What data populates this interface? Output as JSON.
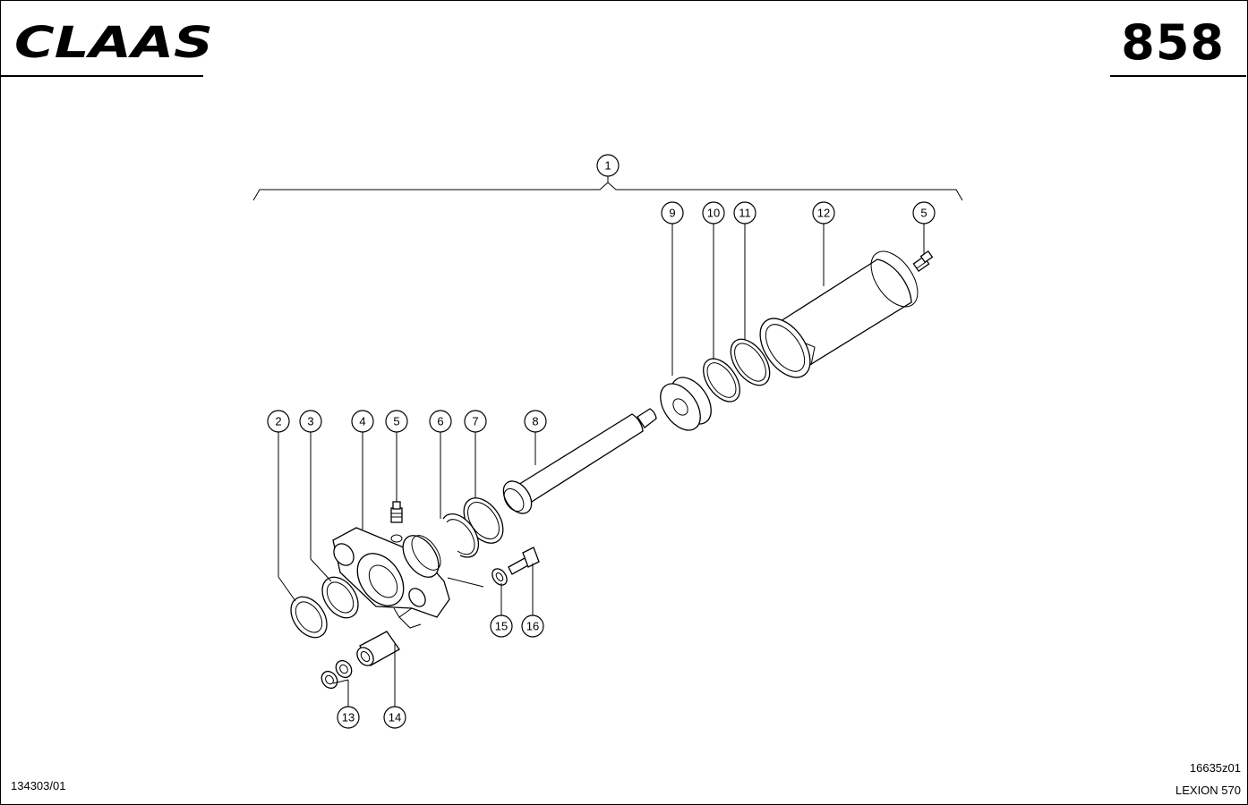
{
  "header": {
    "brand": "CLAAS",
    "page_number": "858"
  },
  "footer": {
    "left_code": "134303/01",
    "drawing_code": "16635z01",
    "model": "LEXION 570"
  },
  "callouts": [
    {
      "id": "c1",
      "label": "1"
    },
    {
      "id": "c2",
      "label": "2"
    },
    {
      "id": "c3",
      "label": "3"
    },
    {
      "id": "c4",
      "label": "4"
    },
    {
      "id": "c5a",
      "label": "5"
    },
    {
      "id": "c5b",
      "label": "5"
    },
    {
      "id": "c6",
      "label": "6"
    },
    {
      "id": "c7",
      "label": "7"
    },
    {
      "id": "c8",
      "label": "8"
    },
    {
      "id": "c9",
      "label": "9"
    },
    {
      "id": "c10",
      "label": "10"
    },
    {
      "id": "c11",
      "label": "11"
    },
    {
      "id": "c12",
      "label": "12"
    },
    {
      "id": "c13",
      "label": "13"
    },
    {
      "id": "c14",
      "label": "14"
    },
    {
      "id": "c15",
      "label": "15"
    },
    {
      "id": "c16",
      "label": "16"
    }
  ]
}
